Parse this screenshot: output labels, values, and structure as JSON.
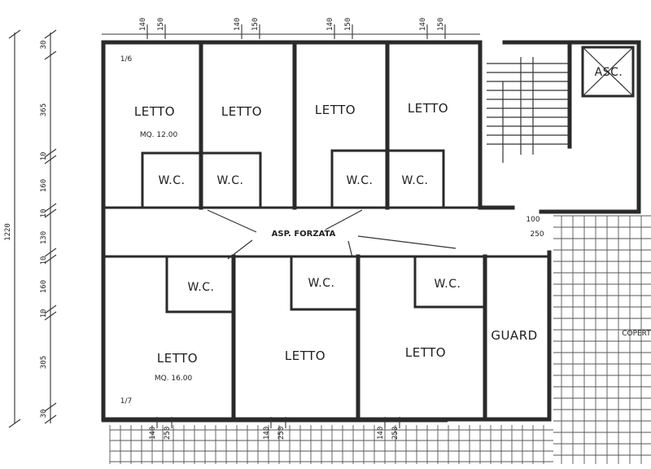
{
  "rooms": {
    "letto_1": "LETTO",
    "letto_2": "LETTO",
    "letto_3": "LETTO",
    "letto_4": "LETTO",
    "letto_5": "LETTO",
    "letto_6": "LETTO",
    "letto_7": "LETTO",
    "wc_1": "W.C.",
    "wc_2": "W.C.",
    "wc_3": "W.C.",
    "wc_4": "W.C.",
    "wc_5": "W.C.",
    "wc_6": "W.C.",
    "wc_7": "W.C.",
    "corridor": "ASP. FORZATA",
    "guard": "GUARD",
    "elevator": "ASC.",
    "cover": "COPERT"
  },
  "areas": {
    "letto_1": "MQ. 12.00",
    "letto_5": "MQ. 16.00"
  },
  "room_numbers": {
    "top_left": "1/6",
    "bottom_left": "1/7"
  },
  "dims_top": [
    "140",
    "150",
    "140",
    "150",
    "140",
    "150",
    "140",
    "150"
  ],
  "dims_bottom": [
    "140",
    "250",
    "140",
    "250",
    "140",
    "250"
  ],
  "dims_left": [
    "30",
    "365",
    "10",
    "160",
    "10",
    "130",
    "10",
    "160",
    "10",
    "305",
    "30"
  ],
  "dim_total": "1220",
  "door_dims": [
    "100",
    "250"
  ]
}
